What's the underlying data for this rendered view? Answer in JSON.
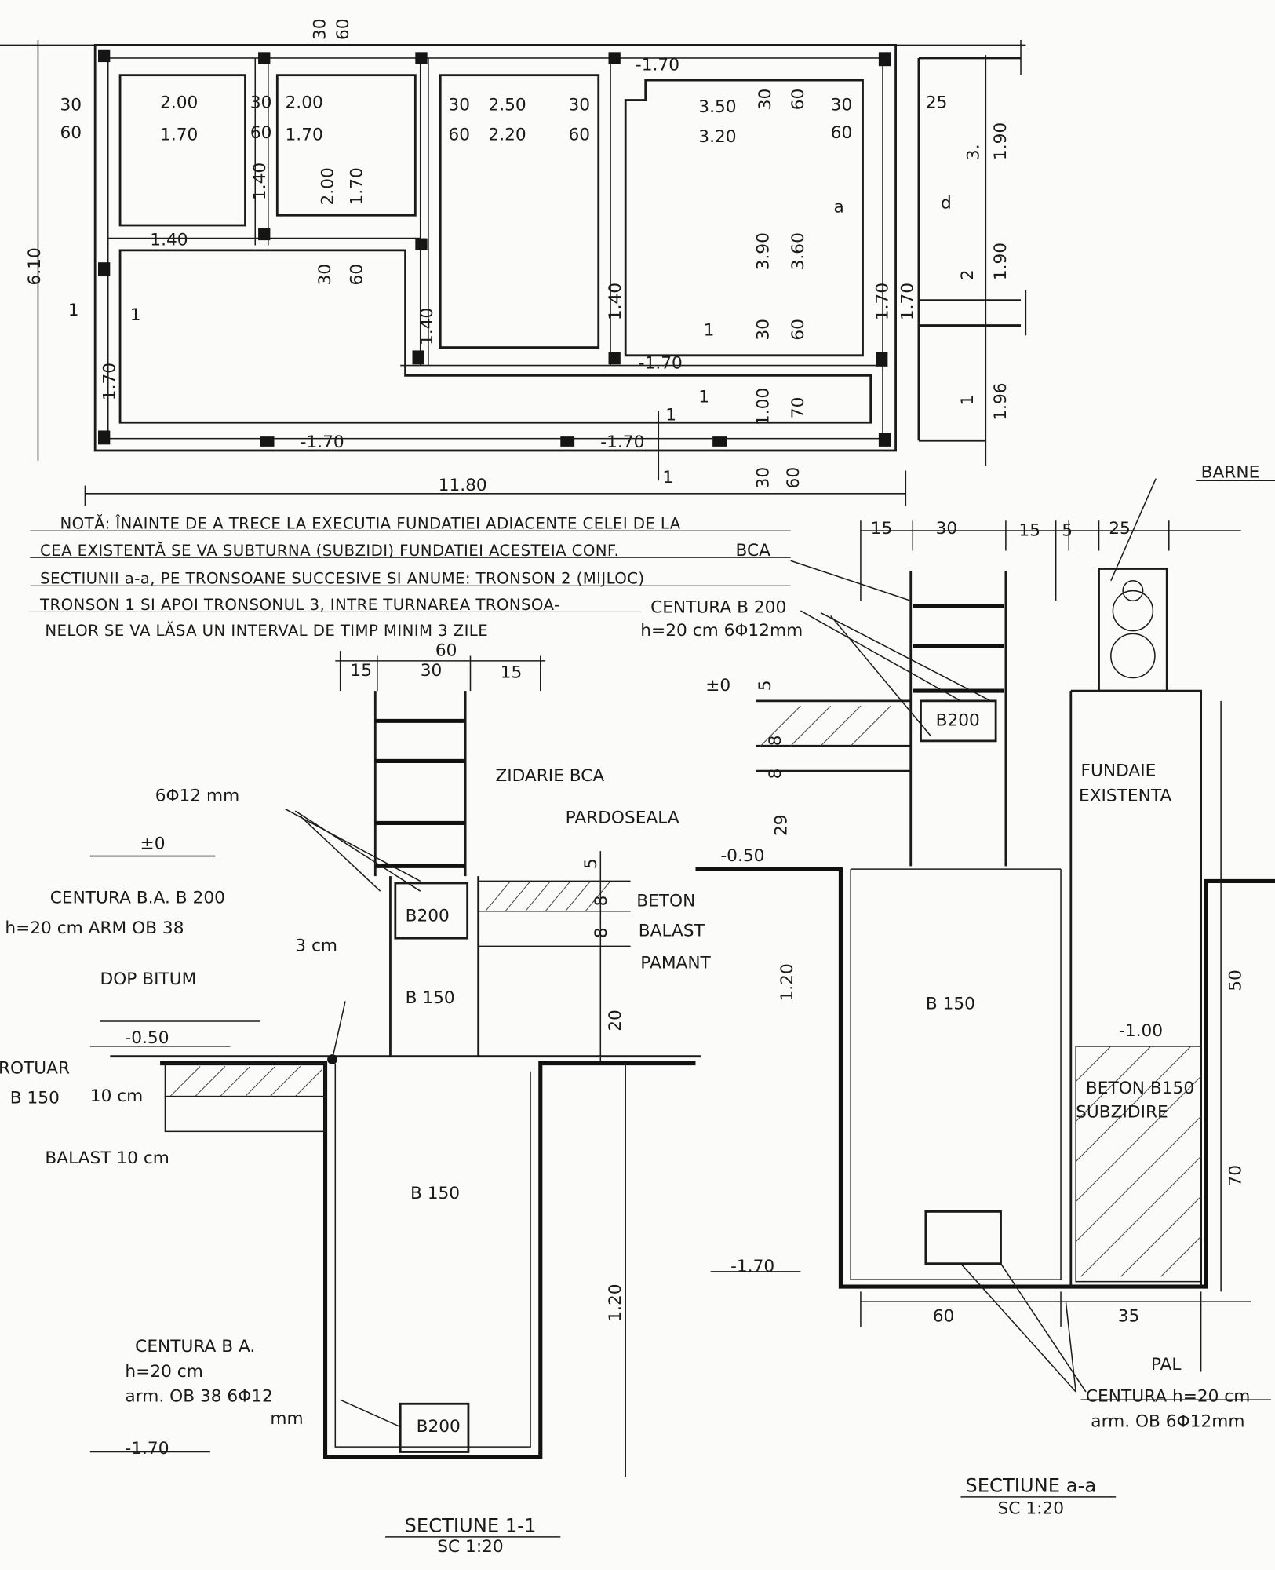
{
  "plan": {
    "labels": [
      "30",
      "60",
      "30",
      "60",
      "2.00",
      "1.70",
      "30",
      "2.00",
      "60",
      "1.70",
      "30",
      "2.50",
      "30",
      "60",
      "2.20",
      "60",
      "3.50",
      "3.20",
      "30",
      "60",
      "30",
      "60",
      "25",
      "3.",
      "1.90",
      "-1.70",
      "1.40",
      "2.00",
      "1.70",
      "1.40",
      "30",
      "60",
      "a",
      "d",
      "3.90",
      "3.60",
      "2",
      "1.90",
      "1.40",
      "1.40",
      "30",
      "60",
      "1",
      "-1.70",
      "1.70",
      "1.70",
      "1.70",
      "1",
      "1",
      "1.00",
      "70",
      "1",
      "1.96",
      "-1.70",
      "-1.70",
      "6.10",
      "11.80",
      "30",
      "60",
      "1",
      "1",
      "1"
    ]
  },
  "note": {
    "lines": [
      "NOTĂ: ÎNAINTE DE A TRECE LA EXECUTIA FUNDATIEI ADIACENTE CELEI DE LA",
      "CEA EXISTENTĂ SE VA SUBTURNA (SUBZIDI) FUNDATIEI ACESTEIA CONF.",
      "SECTIUNII a-a, PE TRONSOANE SUCCESIVE SI ANUME: TRONSON 2 (MIJLOC)",
      "TRONSON 1 SI APOI TRONSONUL 3, INTRE TURNAREA TRONSOA-",
      "NELOR SE VA LĂSA UN INTERVAL DE TIMP MINIM 3 ZILE"
    ]
  },
  "section_1_1": {
    "labels": [
      "60",
      "15",
      "30",
      "15",
      "6Φ12 mm",
      "±0",
      "ZIDARIE BCA",
      "PARDOSEALA",
      "5",
      "CENTURA B.A. B 200",
      "h=20 cm  ARM OB 38",
      "3 cm",
      "B200",
      "BETON",
      "BALAST",
      "PAMANT",
      "8",
      "8",
      "20",
      "DOP BITUM",
      "B 150",
      "-0.50",
      "TROTUAR",
      "B 150",
      "10 cm",
      "BALAST 10 cm",
      "B 150",
      "1.20",
      "CENTURA B A.",
      "h=20 cm",
      "arm. OB 38 6Φ12",
      "mm",
      "B200",
      "-1.70"
    ],
    "title": "SECTIUNE 1-1",
    "scale": "SC 1:20"
  },
  "section_a_a": {
    "labels": [
      "BCA",
      "CENTURA B 200",
      "h=20 cm  6Φ12mm",
      "15",
      "30",
      "15",
      "5",
      "25",
      "BARNE",
      "±0",
      "5",
      "B200",
      "8",
      "8",
      "29",
      "FUNDAIE",
      "EXISTENTA",
      "-0.50",
      "1.20",
      "B 150",
      "50",
      "-1.00",
      "BETON B150",
      "SUBZIDIRE",
      "70",
      "-1.70",
      "60",
      "35",
      "PAL",
      "CENTURA h=20 cm",
      "arm. OB  6Φ12mm"
    ],
    "title": "SECTIUNE a-a",
    "scale": "SC 1:20"
  }
}
